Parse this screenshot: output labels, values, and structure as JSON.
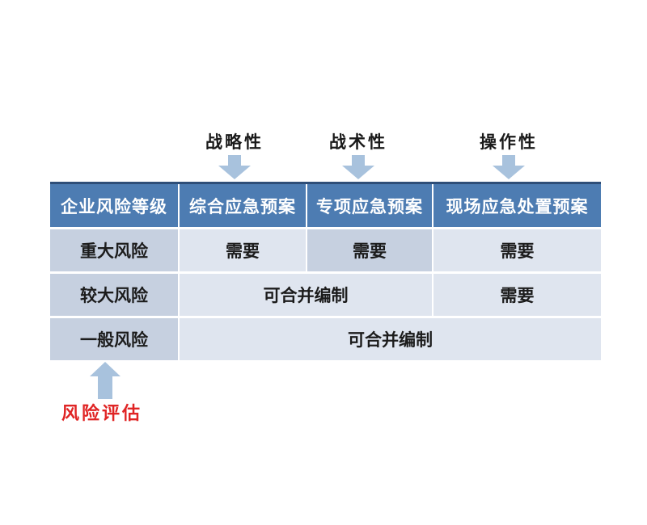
{
  "annotations": {
    "top_labels": [
      {
        "text": "战略性",
        "points_to": "综合应急预案"
      },
      {
        "text": "战术性",
        "points_to": "专项应急预案"
      },
      {
        "text": "操作性",
        "points_to": "现场应急处置预案"
      }
    ],
    "bottom_label": {
      "text": "风险评估",
      "points_to": "企业风险等级",
      "color": "#e02424"
    }
  },
  "table": {
    "headers": [
      "企业风险等级",
      "综合应急预案",
      "专项应急预案",
      "现场应急处置预案"
    ],
    "rows": [
      {
        "level": "重大风险",
        "cells": [
          {
            "text": "需要",
            "span": 1
          },
          {
            "text": "需要",
            "span": 1
          },
          {
            "text": "需要",
            "span": 1
          }
        ]
      },
      {
        "level": "较大风险",
        "cells": [
          {
            "text": "可合并编制",
            "span": 2
          },
          {
            "text": "需要",
            "span": 1
          }
        ]
      },
      {
        "level": "一般风险",
        "cells": [
          {
            "text": "可合并编制",
            "span": 3
          }
        ]
      }
    ]
  },
  "icons": {
    "down_arrows": [
      "down-arrow-icon",
      "down-arrow-icon",
      "down-arrow-icon"
    ],
    "up_arrow": "up-arrow-icon"
  },
  "colors": {
    "header_bg": "#4d7cb2",
    "header_text": "#ffffff",
    "header_top_border": "#2e4e78",
    "band_dark": "#c6d0e0",
    "band_light": "#dfe5ef",
    "arrow_fill": "#a8c2dd",
    "body_text": "#1c1c1c",
    "annotation_text": "#1a1a1a",
    "risk_assessment_text": "#e02424",
    "background": "#ffffff"
  }
}
